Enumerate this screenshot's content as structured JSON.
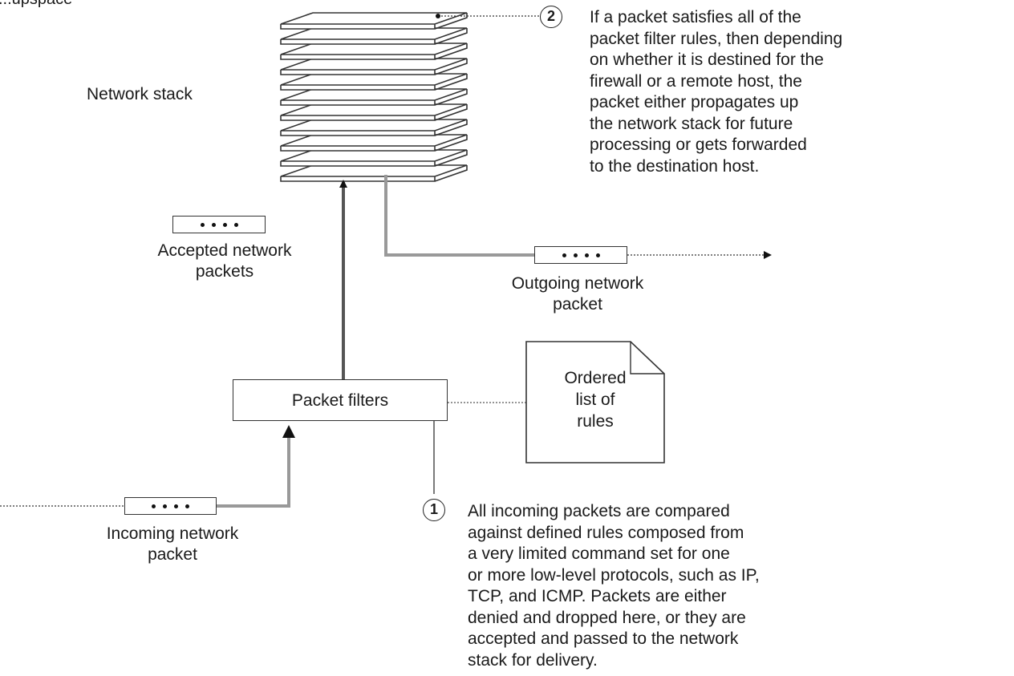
{
  "top_fragment": "...upspace",
  "network_stack": {
    "label": "Network stack"
  },
  "packet_filters": {
    "label": "Packet filters"
  },
  "rules_document": {
    "lines": [
      "Ordered",
      "list of",
      "rules"
    ]
  },
  "accepted_packets": {
    "lines": [
      "Accepted network",
      "packets"
    ]
  },
  "outgoing_packet": {
    "lines": [
      "Outgoing network",
      "packet"
    ]
  },
  "incoming_packet": {
    "lines": [
      "Incoming network",
      "packet"
    ]
  },
  "callout_1": {
    "number": "1",
    "lines": [
      "All incoming packets are compared",
      "against defined rules composed from",
      "a very limited command set for one",
      "or more low-level protocols, such as IP,",
      "TCP, and ICMP. Packets are either",
      "denied and dropped here, or they are",
      "accepted and passed to the network",
      "stack for delivery."
    ]
  },
  "callout_2": {
    "number": "2",
    "lines": [
      "If a packet satisfies all of the",
      "packet filter rules, then depending",
      "on whether it is destined for the",
      "firewall or a remote host, the",
      "packet either propagates up",
      "the network stack for future",
      "processing or gets forwarded",
      "to the destination host."
    ]
  }
}
